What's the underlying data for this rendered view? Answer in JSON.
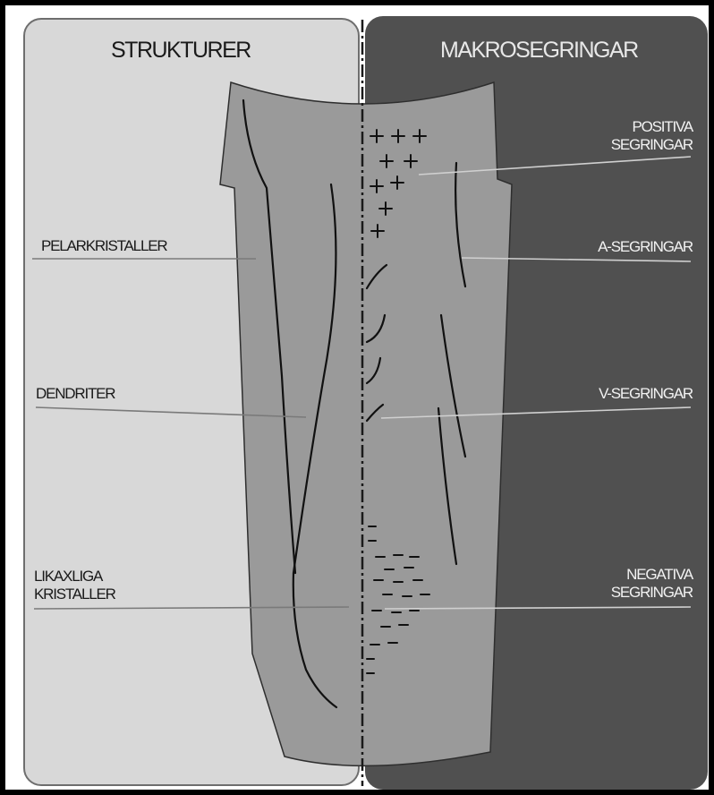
{
  "headers": {
    "left": "STRUKTURER",
    "right": "MAKROSEGRINGAR"
  },
  "left_labels": [
    {
      "lines": [
        "PELARKRISTALLER"
      ]
    },
    {
      "lines": [
        "DENDRITER"
      ]
    },
    {
      "lines": [
        "LIKAXLIGA",
        "KRISTALLER"
      ]
    }
  ],
  "right_labels": [
    {
      "lines": [
        "POSITIVA",
        "SEGRINGAR"
      ]
    },
    {
      "lines": [
        "A-SEGRINGAR"
      ]
    },
    {
      "lines": [
        "V-SEGRINGAR"
      ]
    },
    {
      "lines": [
        "NEGATIVA",
        "SEGRINGAR"
      ]
    }
  ],
  "colors": {
    "left_panel": "#d8d8d8",
    "right_panel": "#505050",
    "ingot": "#9a9a9a",
    "frame": "#000000"
  }
}
